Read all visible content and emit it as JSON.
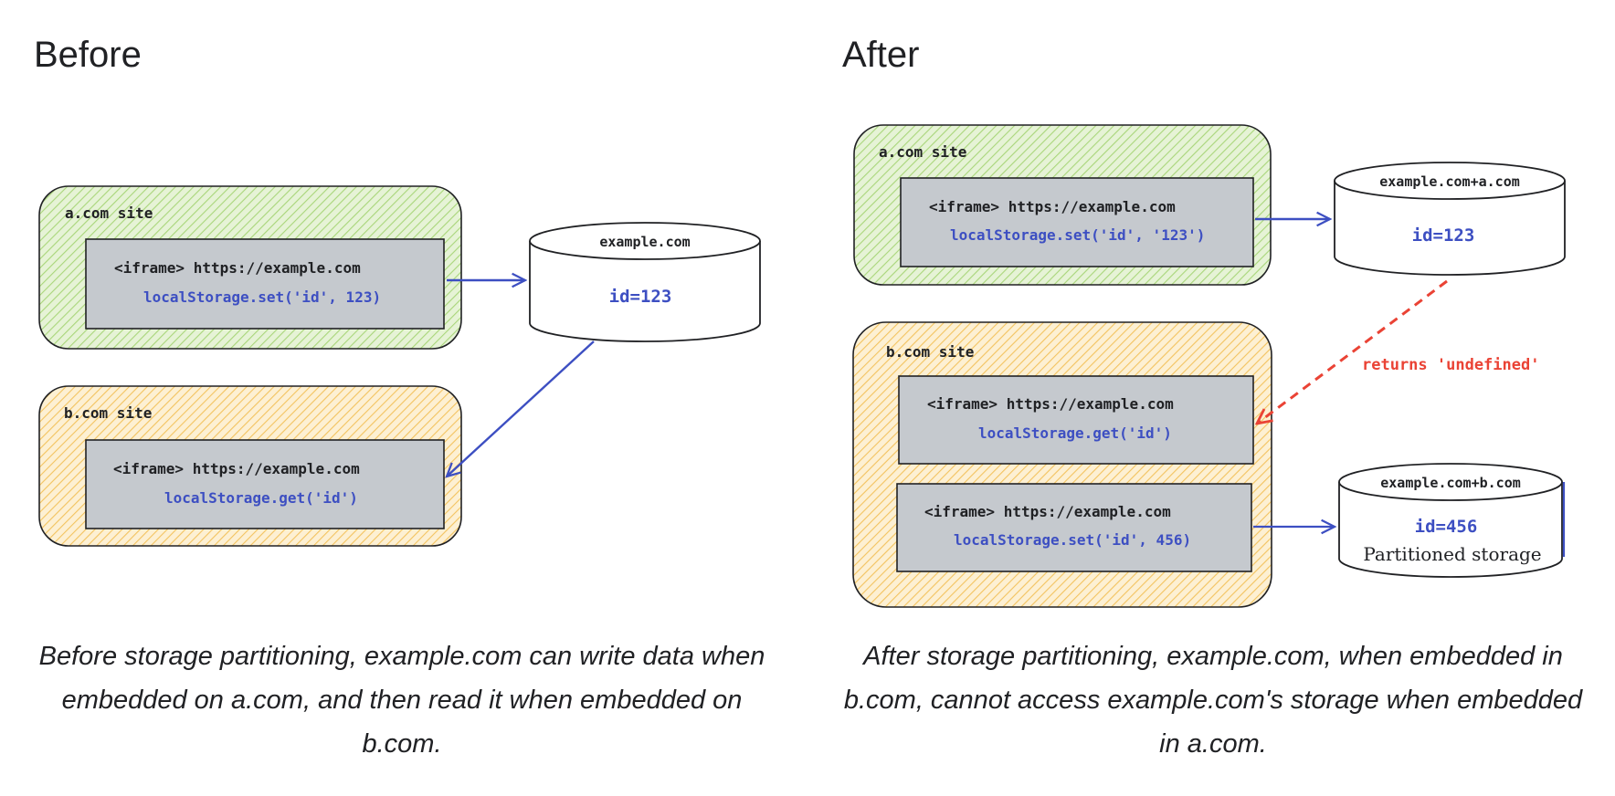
{
  "before": {
    "heading": "Before",
    "site_a_label": "a.com site",
    "site_b_label": "b.com site",
    "iframe_a_line1": "<iframe> https://example.com",
    "iframe_a_line2": "localStorage.set('id', 123)",
    "iframe_b_line1": "<iframe> https://example.com",
    "iframe_b_line2": "localStorage.get('id')",
    "storage_title": "example.com",
    "storage_value": "id=123",
    "caption": "Before storage partitioning, example.com can write data when embedded on a.com, and then read it when embedded on b.com."
  },
  "after": {
    "heading": "After",
    "site_a_label": "a.com site",
    "site_b_label": "b.com site",
    "iframe_a_line1": "<iframe> https://example.com",
    "iframe_a_line2": "localStorage.set('id', '123')",
    "iframe_b1_line1": "<iframe> https://example.com",
    "iframe_b1_line2": "localStorage.get('id')",
    "iframe_b2_line1": "<iframe> https://example.com",
    "iframe_b2_line2": "localStorage.set('id', 456)",
    "storage_a_title": "example.com+a.com",
    "storage_a_value": "id=123",
    "storage_b_title": "example.com+b.com",
    "storage_b_value": "id=456",
    "storage_b_note": "Partitioned storage",
    "returns_label": "returns 'undefined'",
    "caption": "After storage partitioning, example.com, when embedded in b.com, cannot access example.com's storage when embedded in a.com."
  },
  "colors": {
    "green_fill": "#b7dd8e",
    "orange_fill": "#f6cf7c",
    "iframe_fill": "#c5c9ce",
    "arrow_blue": "#3d4fc2",
    "arrow_red": "#ea4335"
  }
}
